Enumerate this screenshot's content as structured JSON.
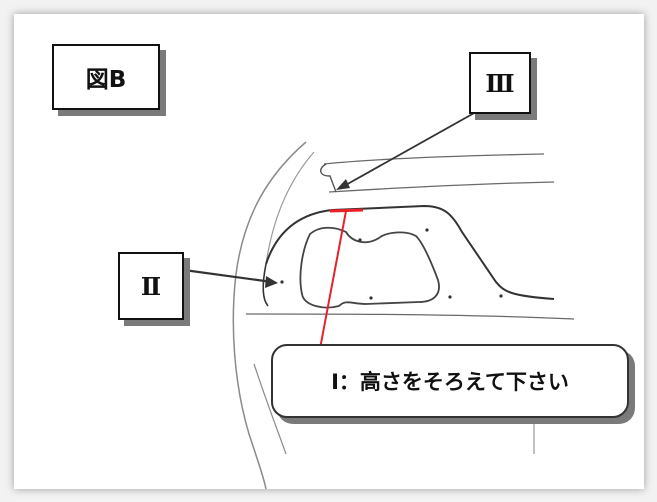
{
  "figure_label": "図B",
  "labels": {
    "iii": "Ⅲ",
    "ii": "Ⅱ"
  },
  "callout": {
    "text": "Ⅰ：高さをそろえて下さい"
  },
  "colors": {
    "line_art": "#3a3a3a",
    "arrow": "#333333",
    "red_marker": "#e8212a",
    "box_shadow": "#7a7a7a"
  }
}
